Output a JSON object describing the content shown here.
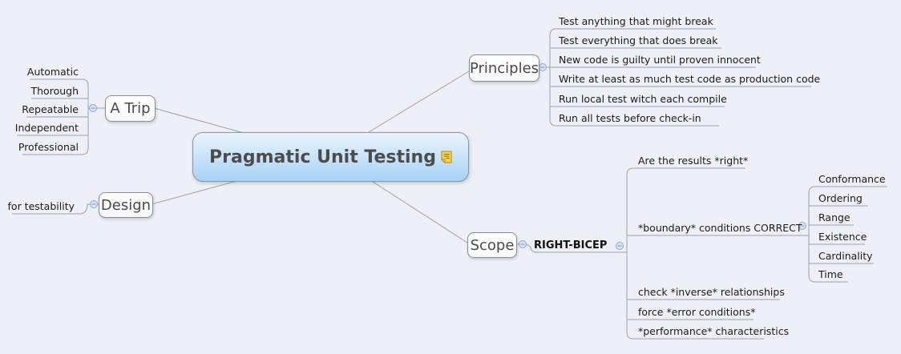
{
  "central": {
    "label": "Pragmatic Unit Testing"
  },
  "branches": {
    "atrip": {
      "label": "A Trip",
      "children": [
        "Automatic",
        "Thorough",
        "Repeatable",
        "Independent",
        "Professional"
      ]
    },
    "design": {
      "label": "Design",
      "children": [
        "for testability"
      ]
    },
    "principles": {
      "label": "Principles",
      "children": [
        "Test anything that might break",
        "Test everything that does break",
        "New code is guilty until proven innocent",
        "Write at least as much test code as production code",
        "Run local test witch each compile",
        "Run all tests before check-in"
      ]
    },
    "scope": {
      "label": "Scope",
      "subtopic": {
        "label": "RIGHT-BICEP",
        "children": [
          "Are the results *right*",
          "*boundary* conditions CORRECT",
          "check *inverse* relationships",
          "force *error conditions*",
          "*performance* characteristics"
        ],
        "boundary_children": [
          "Conformance",
          "Ordering",
          "Range",
          "Existence",
          "Cardinality",
          "Time"
        ]
      }
    }
  },
  "icons": {
    "note_icon": "yellow sticky note",
    "collapse_icon": "minus in circle"
  },
  "colors": {
    "background": "#eef0f7",
    "connector_line": "#9ba1ab",
    "node_border": "#878d96",
    "node_fill": "#ffffff",
    "central_fill_top": "#e9f3fd",
    "central_fill_bottom": "#a6d2f5",
    "central_border": "#8795a5",
    "handle_fill": "#d9e3f7",
    "handle_border": "#93a7d2",
    "leaf_text": "#1b1b1b",
    "node_text": "#4a4a4a",
    "note_icon_fill": "#f9d54d",
    "note_icon_border": "#b8860b"
  }
}
